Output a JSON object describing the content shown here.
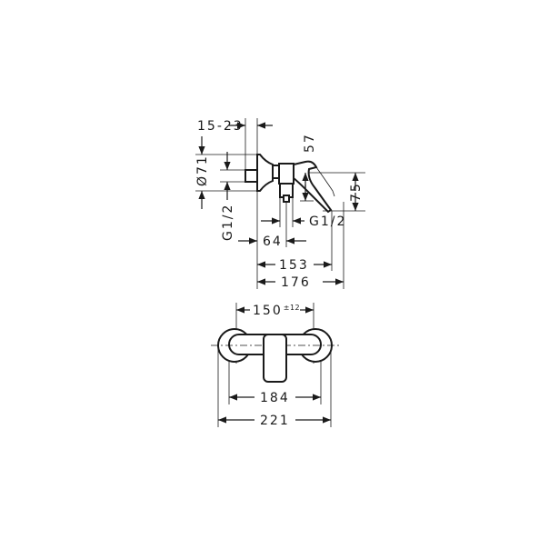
{
  "side_view": {
    "wall_depth": "15-23",
    "rosette_diameter": "Ø71",
    "inlet_thread": "G1/2",
    "lever_height": "57",
    "spout_height": "75",
    "outlet_thread": "G1/2",
    "outlet_offset": "64",
    "lever_depth": "153",
    "total_depth": "176"
  },
  "front_view": {
    "centres": "150",
    "centres_tolerance": "±12",
    "body_width": "184",
    "total_width": "221"
  },
  "colors": {
    "line": "#1a1a1a",
    "background": "#ffffff"
  }
}
